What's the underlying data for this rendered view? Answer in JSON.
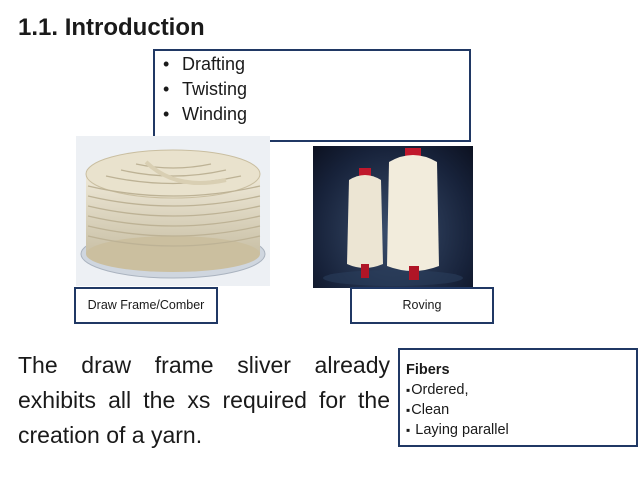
{
  "slide": {
    "title": "1.1. Introduction",
    "steps": [
      "Drafting",
      "Twisting",
      "Winding"
    ],
    "images": [
      {
        "caption": "Draw Frame/Comber",
        "icon": "sliver-can-photo"
      },
      {
        "caption": "Roving",
        "icon": "roving-bobbins-photo"
      }
    ],
    "body_text": "The draw frame sliver already exhibits all the xs required for the creation of a yarn.",
    "fibers": {
      "heading": "Fibers",
      "items": [
        "Ordered,",
        "Clean",
        "Laying parallel"
      ]
    }
  },
  "colors": {
    "box_border": "#203864",
    "text": "#1a1a1a",
    "bobbin_cap": "#c0182c"
  }
}
